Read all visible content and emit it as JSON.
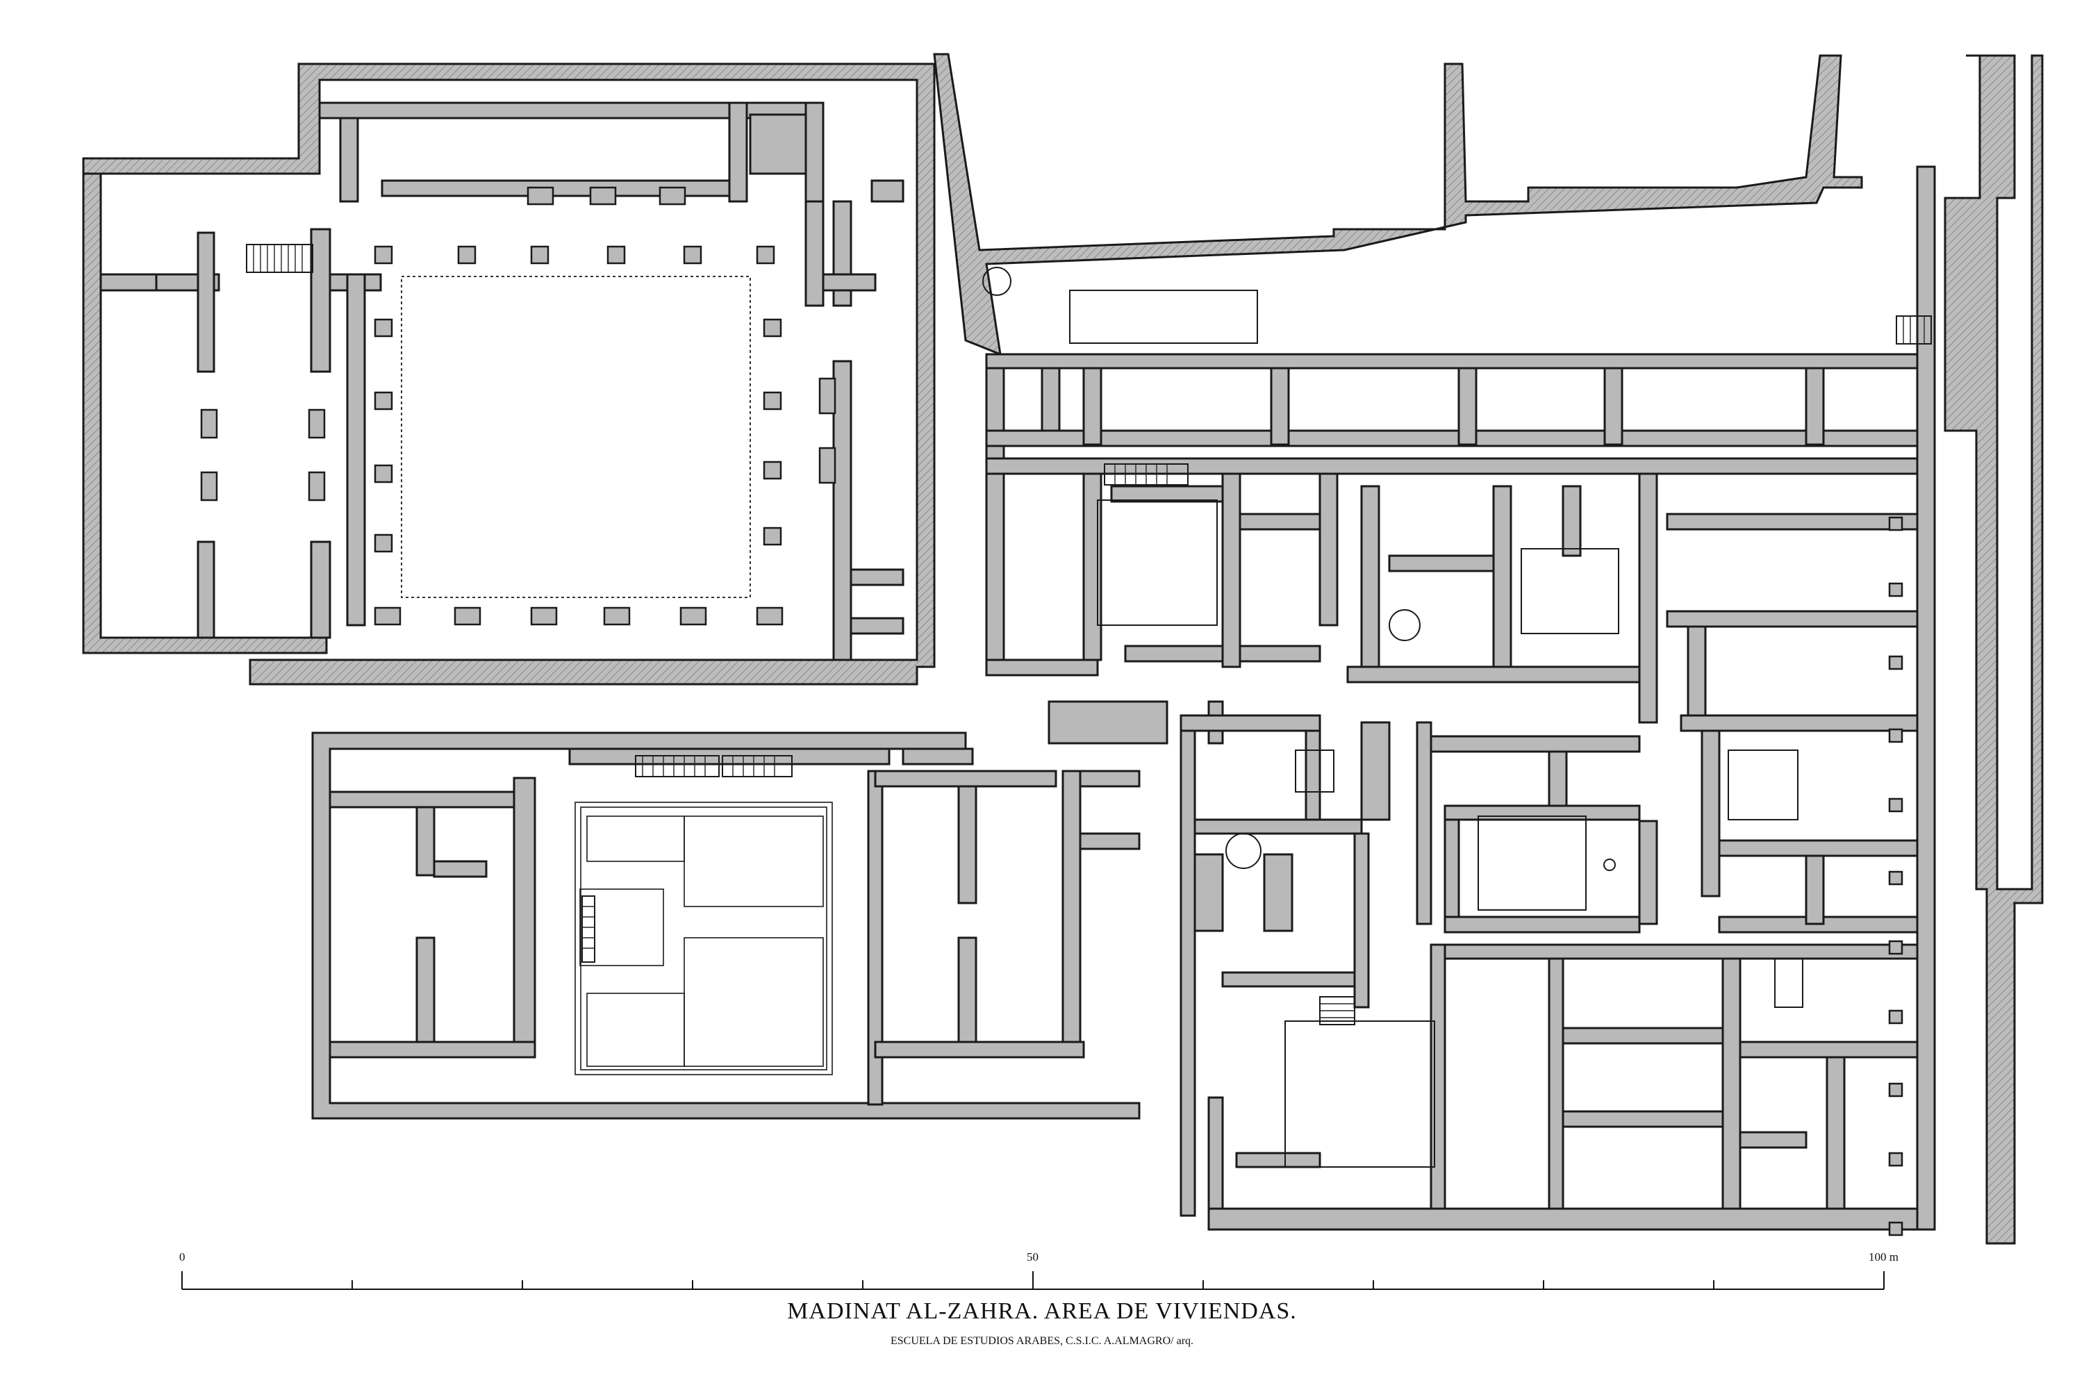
{
  "scale": {
    "ticks": [
      "0",
      "50",
      "100 m"
    ]
  },
  "titles": {
    "main": "MADINAT AL-ZAHRA. AREA DE VIVIENDAS.",
    "credit": "ESCUELA DE ESTUDIOS ARABES, C.S.I.C. A.ALMAGRO/ arq."
  },
  "colors": {
    "wall_fill": "#b9b9b9",
    "line": "#1a1a1a",
    "background": "#ffffff"
  }
}
